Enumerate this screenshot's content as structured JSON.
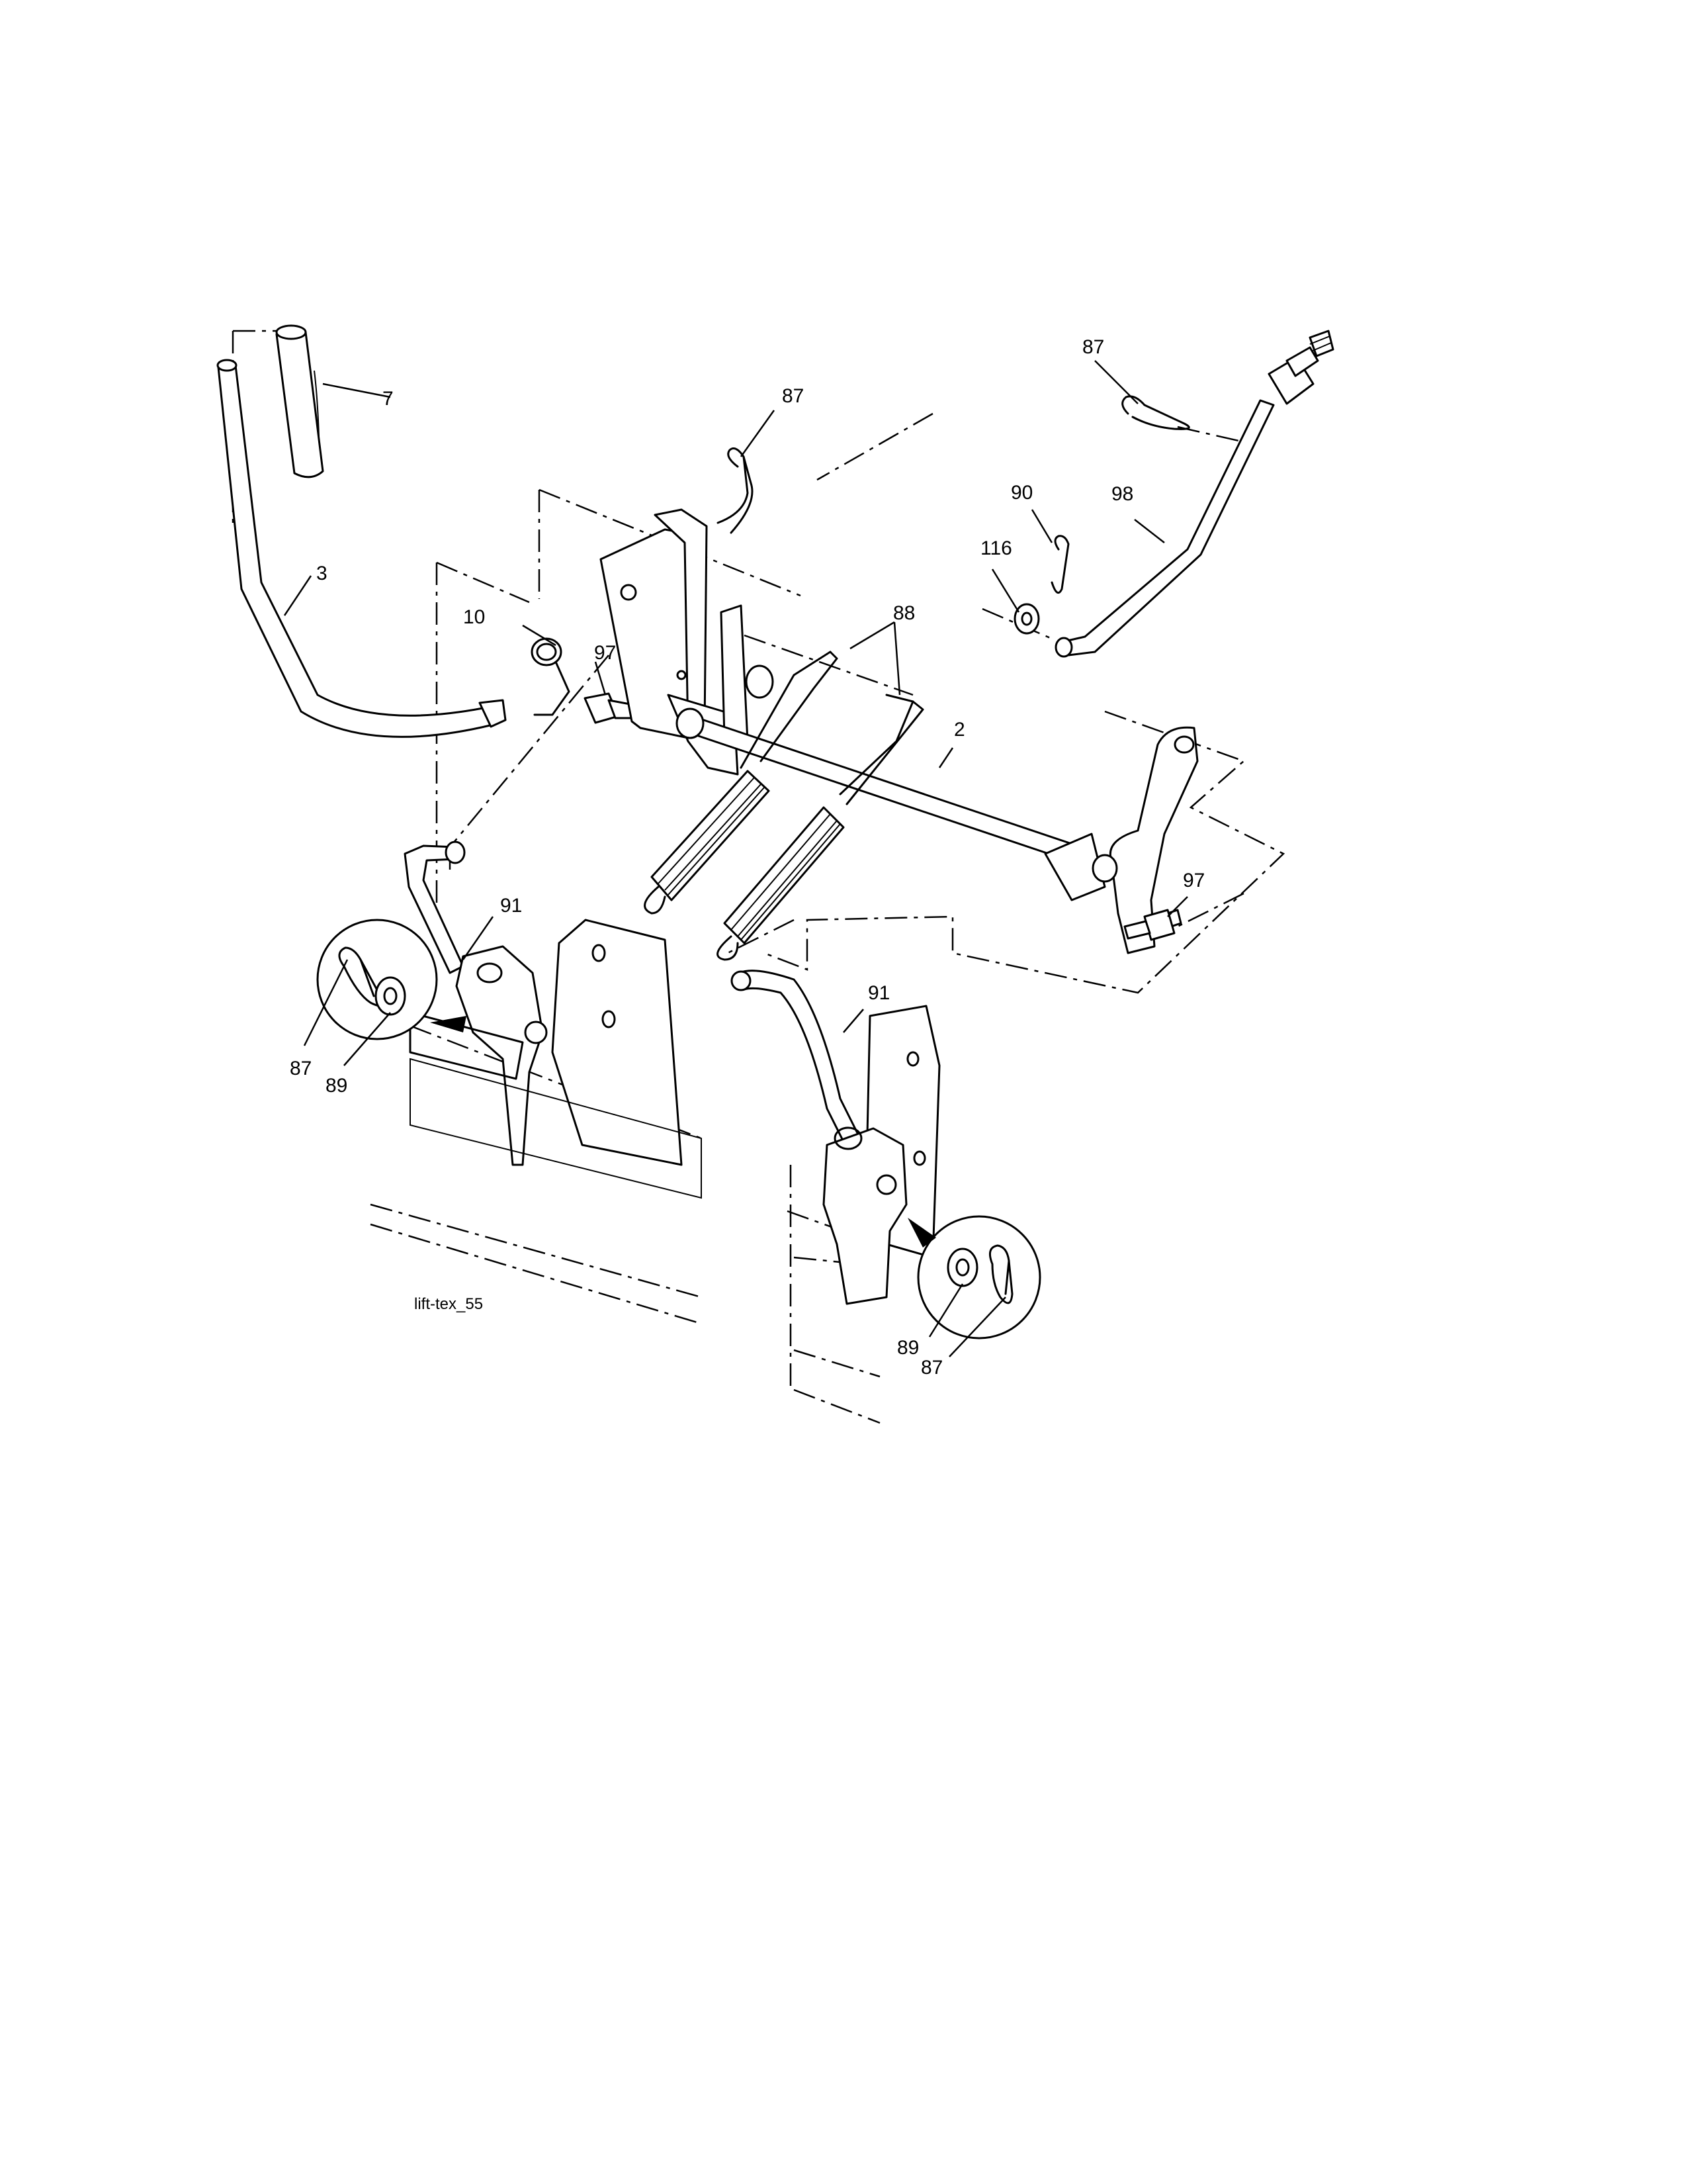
{
  "figure_id": "lift-tex_55",
  "callouts": [
    {
      "id": "c-7",
      "text": "7"
    },
    {
      "id": "c-3",
      "text": "3"
    },
    {
      "id": "c-87a",
      "text": "87"
    },
    {
      "id": "c-10",
      "text": "10"
    },
    {
      "id": "c-97a",
      "text": "97"
    },
    {
      "id": "c-88",
      "text": "88"
    },
    {
      "id": "c-2",
      "text": "2"
    },
    {
      "id": "c-87b",
      "text": "87"
    },
    {
      "id": "c-90",
      "text": "90"
    },
    {
      "id": "c-98",
      "text": "98"
    },
    {
      "id": "c-116",
      "text": "116"
    },
    {
      "id": "c-97b",
      "text": "97"
    },
    {
      "id": "c-91a",
      "text": "91"
    },
    {
      "id": "c-87c",
      "text": "87"
    },
    {
      "id": "c-89a",
      "text": "89"
    },
    {
      "id": "c-91b",
      "text": "91"
    },
    {
      "id": "c-89b",
      "text": "89"
    },
    {
      "id": "c-87d",
      "text": "87"
    }
  ]
}
